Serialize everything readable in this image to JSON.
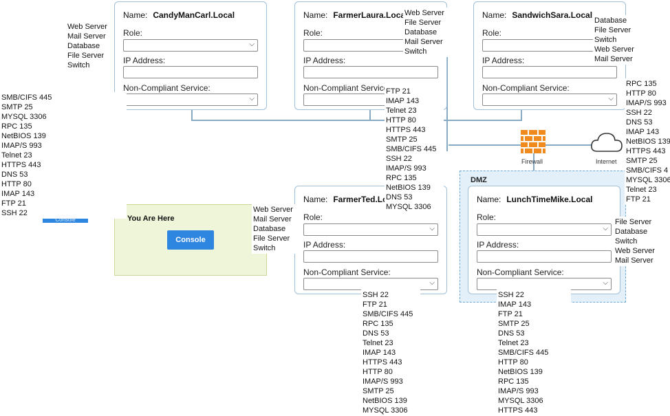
{
  "nodes": {
    "candy": {
      "label_name": "Name:",
      "host": "CandyManCarl.Local",
      "role_label": "Role:",
      "ip_label": "IP Address:",
      "ncs_label": "Non-Compliant Service:"
    },
    "laura": {
      "label_name": "Name:",
      "host": "FarmerLaura.Local",
      "role_label": "Role:",
      "ip_label": "IP Address:",
      "ncs_label": "Non-Compliant Service:"
    },
    "sara": {
      "label_name": "Name:",
      "host": "SandwichSara.Local",
      "role_label": "Role:",
      "ip_label": "IP Address:",
      "ncs_label": "Non-Compliant Service:"
    },
    "ted": {
      "label_name": "Name:",
      "host": "FarmerTed.Lo",
      "role_label": "Role:",
      "ip_label": "IP Address:",
      "ncs_label": "Non-Compliant Service:"
    },
    "mike": {
      "label_name": "Name:",
      "host": "LunchTimeMike.Local",
      "role_label": "Role:",
      "ip_label": "IP Address:",
      "ncs_label": "Non-Compliant Service:"
    }
  },
  "role_lists": {
    "candy": [
      "Web Server",
      "Mail Server",
      "Database",
      "File Server",
      "Switch"
    ],
    "laura": [
      "Web Server",
      "File Server",
      "Database",
      "Mail Server",
      "Switch"
    ],
    "sara": [
      "Database",
      "File Server",
      "Switch",
      "Web Server",
      "Mail Server"
    ],
    "ted": [
      "Web Server",
      "Mail Server",
      "Database",
      "File Server",
      "Switch"
    ],
    "mike": [
      "File Server",
      "Database",
      "Switch",
      "Web Server",
      "Mail Server"
    ]
  },
  "service_lists": {
    "left": [
      "SMB/CIFS 445",
      "SMTP 25",
      "MYSQL 3306",
      "RPC 135",
      "NetBIOS 139",
      "IMAP/S 993",
      "Telnet 23",
      "HTTPS 443",
      "DNS 53",
      "HTTP 80",
      "IMAP 143",
      "FTP 21",
      "SSH 22"
    ],
    "middle": [
      "FTP 21",
      "IMAP 143",
      "Telnet 23",
      "HTTP 80",
      "HTTPS 443",
      "SMTP 25",
      "SMB/CIFS 445",
      "SSH 22",
      "IMAP/S 993",
      "RPC 135",
      "NetBIOS 139",
      "DNS 53",
      "MYSQL 3306"
    ],
    "right": [
      "RPC 135",
      "HTTP 80",
      "IMAP/S 993",
      "SSH 22",
      "DNS 53",
      "IMAP 143",
      "NetBIOS 139",
      "HTTPS 443",
      "SMTP 25",
      "SMB/CIFS 4",
      "MYSQL 3306",
      "Telnet 23",
      "FTP 21"
    ],
    "ted": [
      "SSH 22",
      "FTP 21",
      "SMB/CIFS 445",
      "RPC 135",
      "DNS 53",
      "Telnet 23",
      "IMAP 143",
      "HTTPS 443",
      "HTTP 80",
      "IMAP/S 993",
      "SMTP 25",
      "NetBIOS 139",
      "MYSQL 3306"
    ],
    "mike": [
      "SSH 22",
      "IMAP 143",
      "FTP 21",
      "SMTP 25",
      "DNS 53",
      "Telnet 23",
      "SMB/CIFS 445",
      "HTTP 80",
      "NetBIOS 139",
      "RPC 135",
      "IMAP/S 993",
      "MYSQL 3306",
      "HTTPS 443"
    ]
  },
  "dmz_label": "DMZ",
  "firewall_label": "Firewall",
  "internet_label": "Internet",
  "you_are_here": "You Are Here",
  "console_label": "Console",
  "console_ghost_label": "Console",
  "colors": {
    "accent": "#2f86e0",
    "line": "#86a9c4",
    "dmz_bg": "#e3f0f9",
    "firewall": "#f08a1c"
  }
}
